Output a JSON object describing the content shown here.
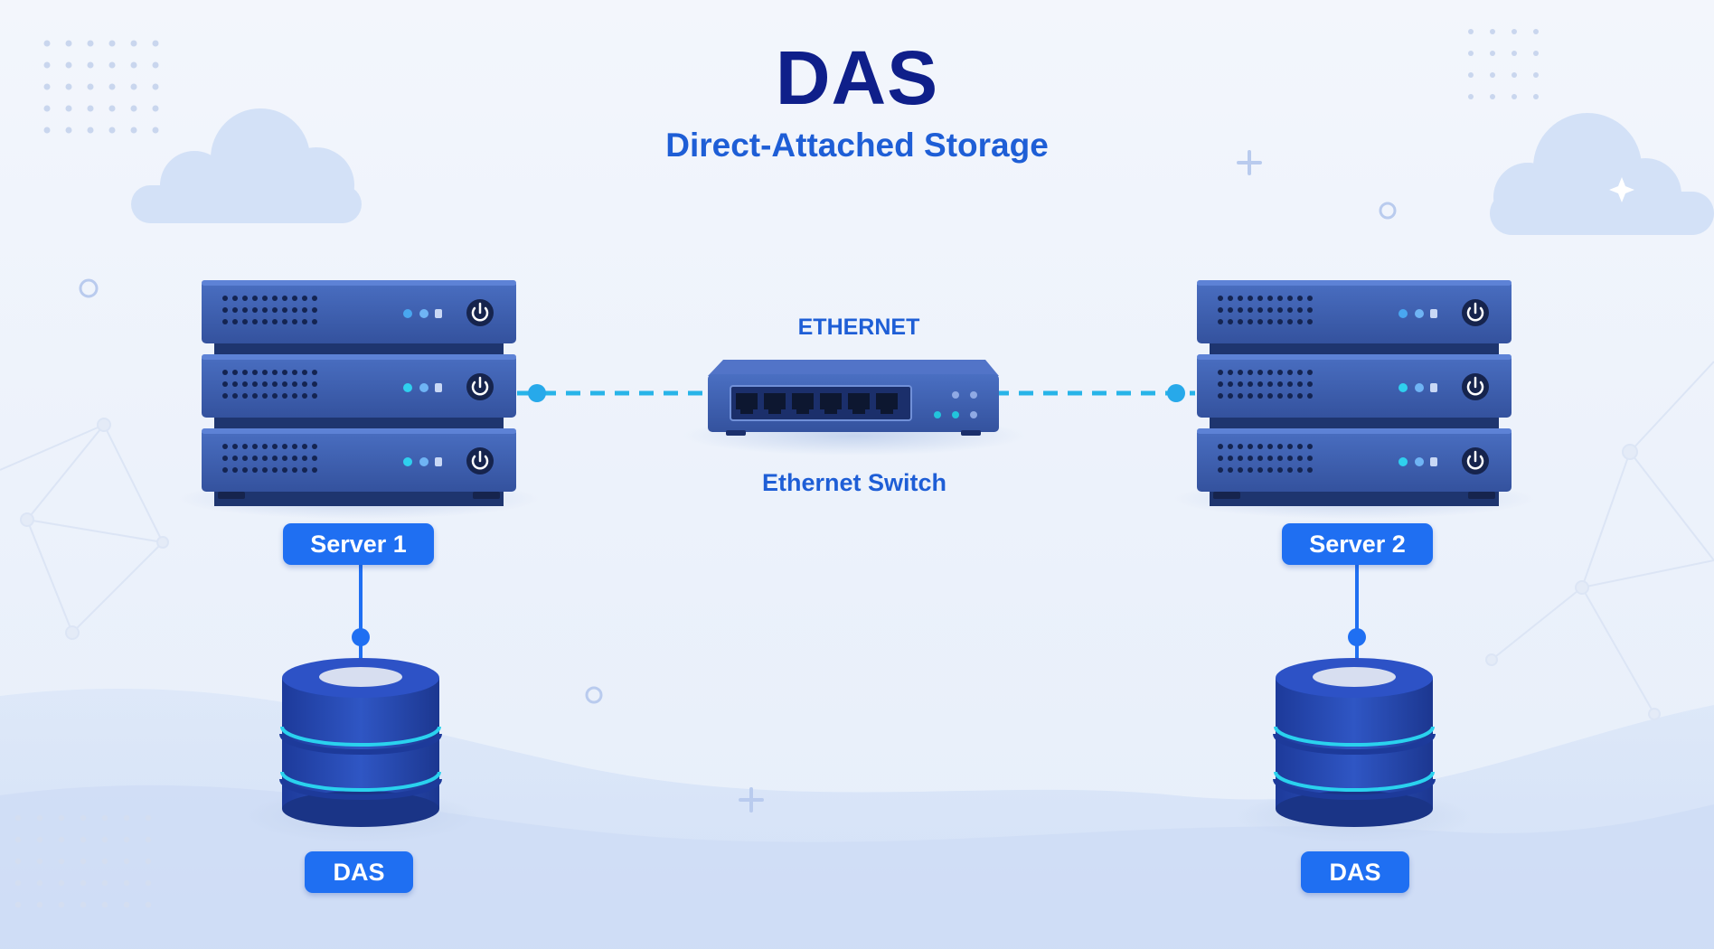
{
  "header": {
    "title": "DAS",
    "subtitle": "Direct-Attached Storage"
  },
  "switch": {
    "top_label": "ETHERNET",
    "bottom_label": "Ethernet Switch",
    "port_count": 6
  },
  "servers": [
    {
      "label": "Server 1",
      "storage_label": "DAS",
      "units": 3
    },
    {
      "label": "Server 2",
      "storage_label": "DAS",
      "units": 3
    }
  ],
  "colors": {
    "title": "#0f1f8a",
    "accent": "#1e5ed6",
    "pill": "#1f6ff2",
    "server_body": "#3d5fb0",
    "link": "#27b4e8",
    "background": "#eef3fb"
  }
}
